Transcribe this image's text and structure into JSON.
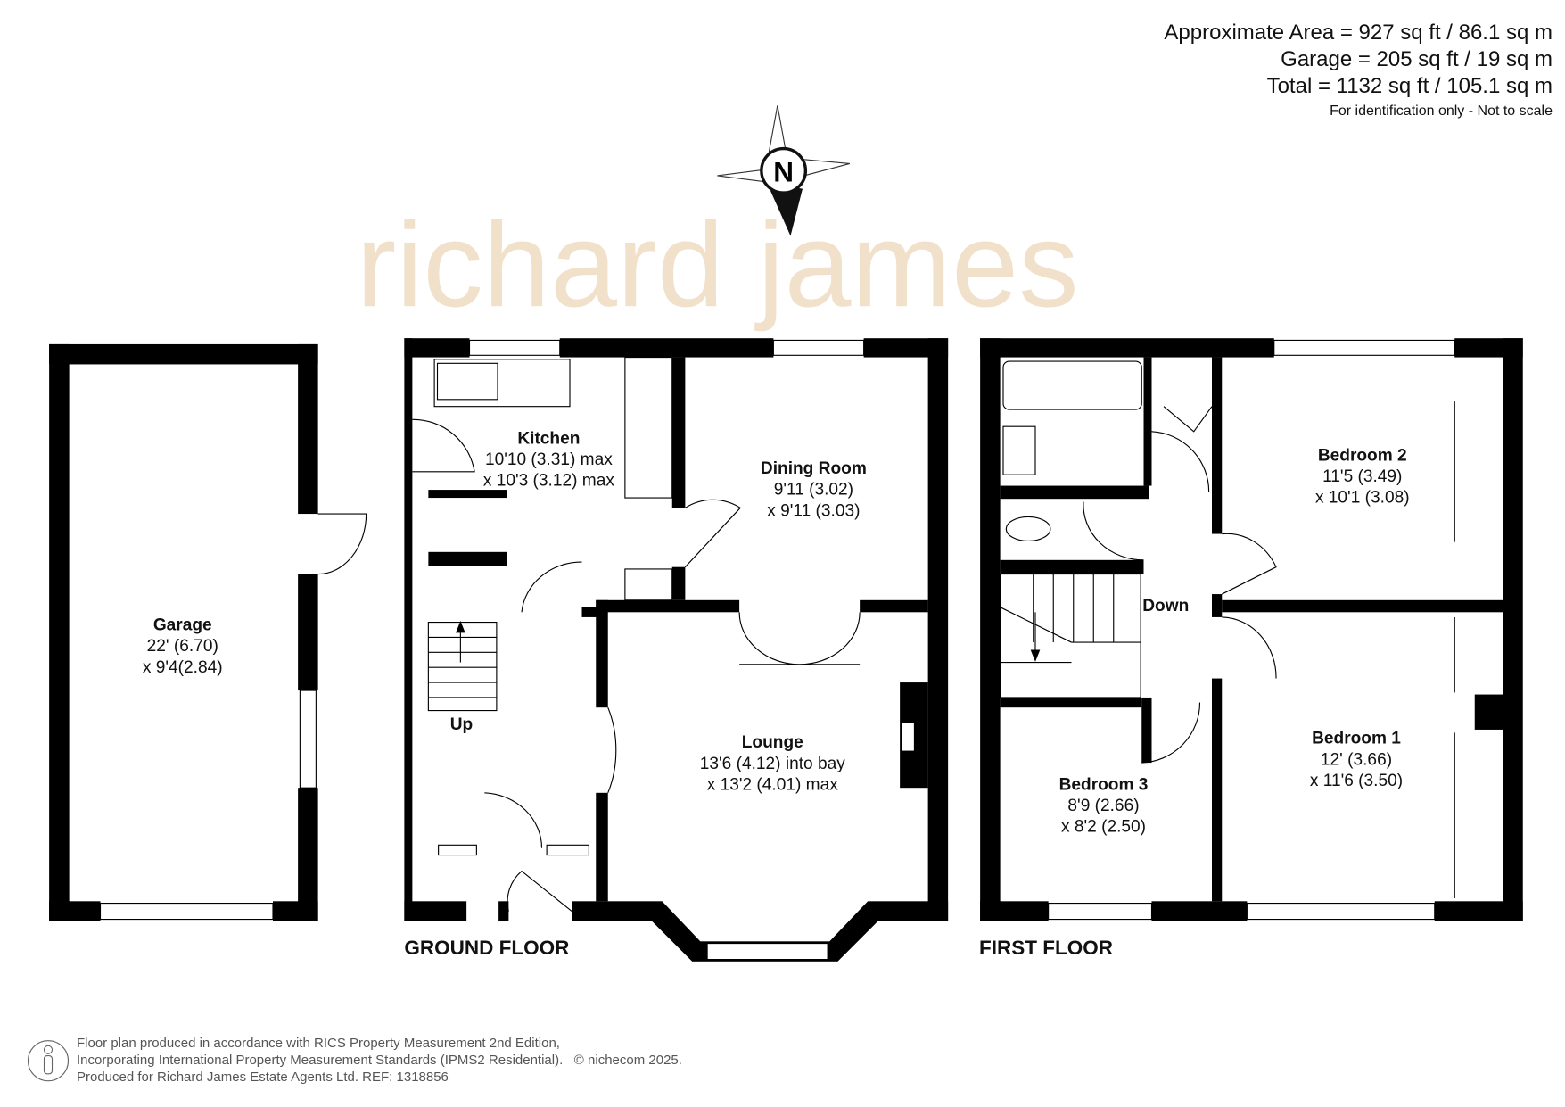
{
  "area": {
    "approx": "Approximate Area = 927 sq ft / 86.1 sq m",
    "garage": "Garage = 205 sq ft / 19 sq m",
    "total": "Total = 1132 sq ft / 105.1 sq m",
    "note": "For identification only - Not to scale"
  },
  "compass": {
    "letter": "N"
  },
  "watermark": "richard james",
  "rooms": {
    "garage": {
      "name": "Garage",
      "dim1": "22' (6.70)",
      "dim2": "x 9'4(2.84)"
    },
    "kitchen": {
      "name": "Kitchen",
      "dim1": "10'10 (3.31) max",
      "dim2": "x 10'3 (3.12) max"
    },
    "dining": {
      "name": "Dining Room",
      "dim1": "9'11 (3.02)",
      "dim2": "x 9'11 (3.03)"
    },
    "lounge": {
      "name": "Lounge",
      "dim1": "13'6 (4.12) into bay",
      "dim2": "x 13'2 (4.01) max"
    },
    "bedroom1": {
      "name": "Bedroom 1",
      "dim1": "12' (3.66)",
      "dim2": "x 11'6 (3.50)"
    },
    "bedroom2": {
      "name": "Bedroom 2",
      "dim1": "11'5 (3.49)",
      "dim2": "x 10'1 (3.08)"
    },
    "bedroom3": {
      "name": "Bedroom 3",
      "dim1": "8'9 (2.66)",
      "dim2": "x 8'2 (2.50)"
    }
  },
  "stairs": {
    "up": "Up",
    "down": "Down"
  },
  "floors": {
    "ground": "GROUND FLOOR",
    "first": "FIRST FLOOR"
  },
  "footer": {
    "line1": "Floor plan produced in accordance with RICS Property Measurement 2nd Edition,",
    "line2": "Incorporating International Property Measurement Standards (IPMS2 Residential).",
    "copyright": "© nichecom 2025.",
    "line3": "Produced for Richard James Estate Agents Ltd.   REF: 1318856"
  }
}
